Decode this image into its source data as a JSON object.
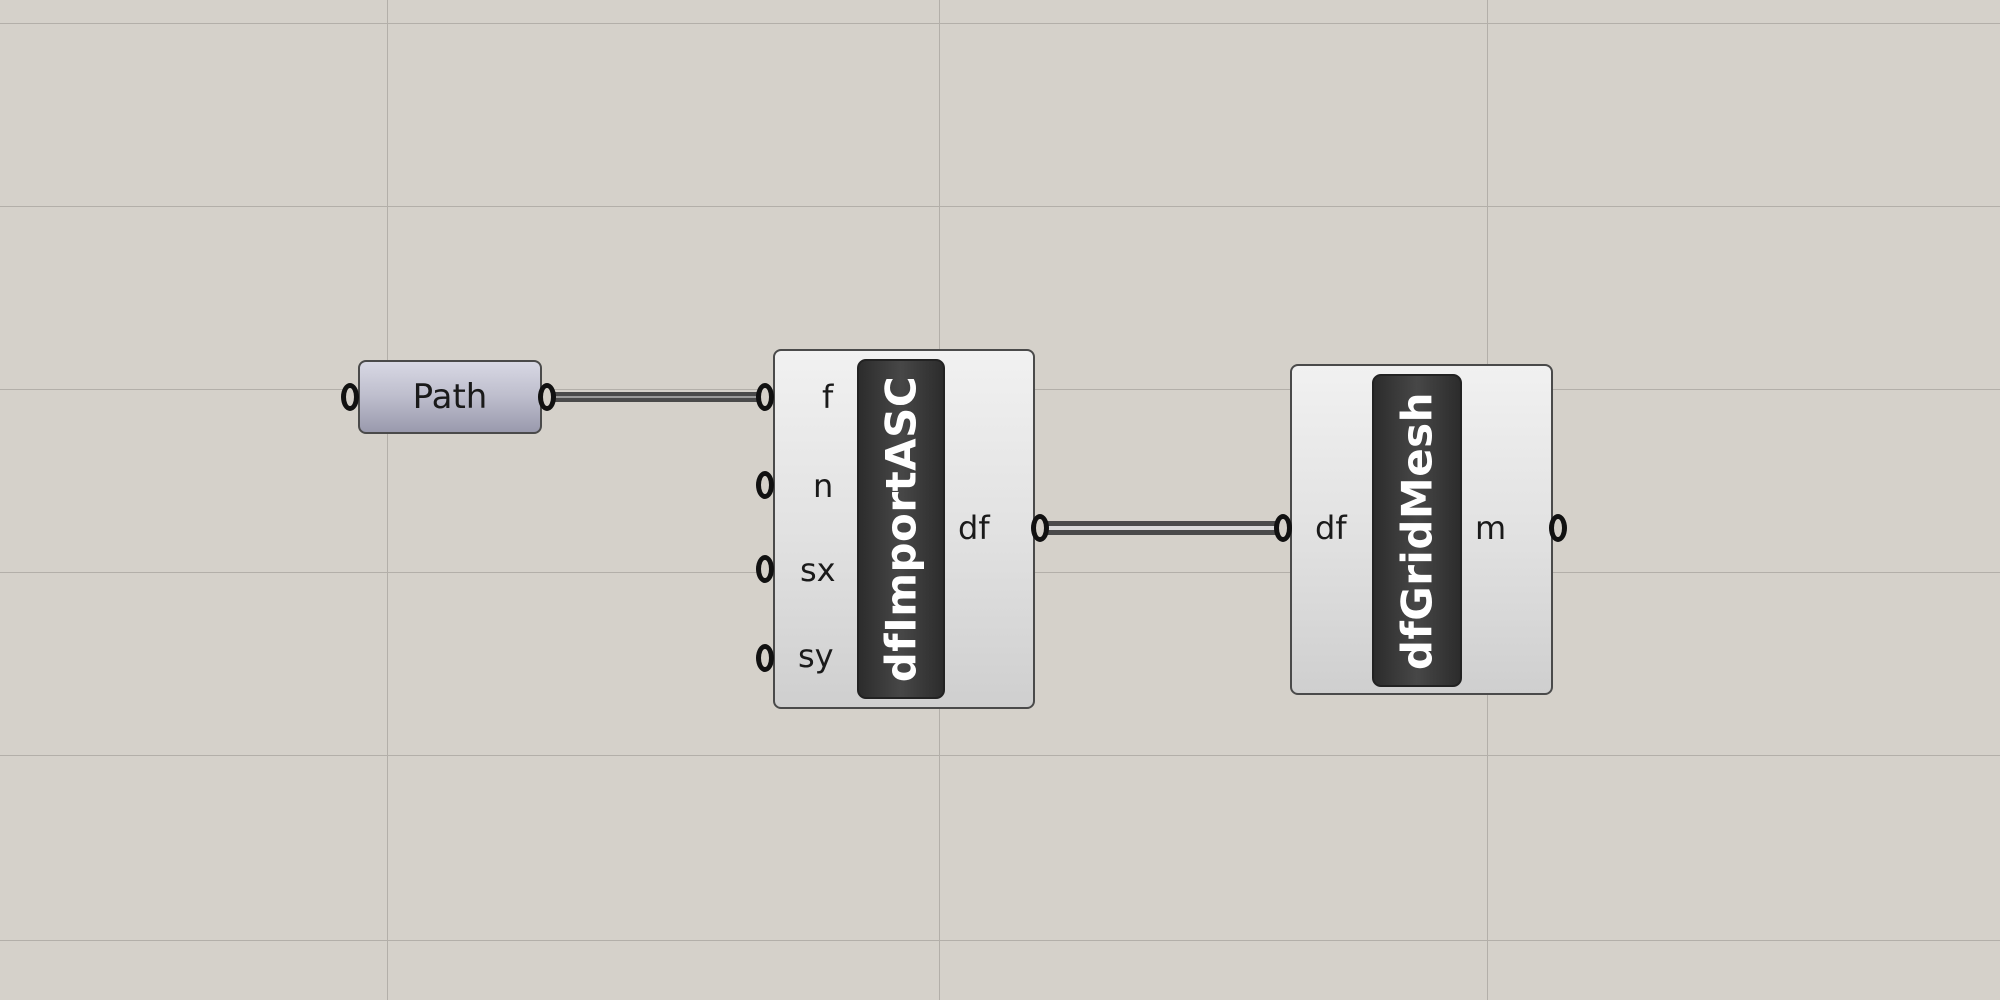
{
  "canvas": {
    "background": "#d5d1ca",
    "grid_color": "#b3afa9",
    "wire_color": "#4a4a4a"
  },
  "param": {
    "label": "Path"
  },
  "import_component": {
    "name": "dfImportASC",
    "inputs": [
      "f",
      "n",
      "sx",
      "sy"
    ],
    "output": "df"
  },
  "grid_component": {
    "name": "dfGridMesh",
    "input": "df",
    "output": "m"
  }
}
